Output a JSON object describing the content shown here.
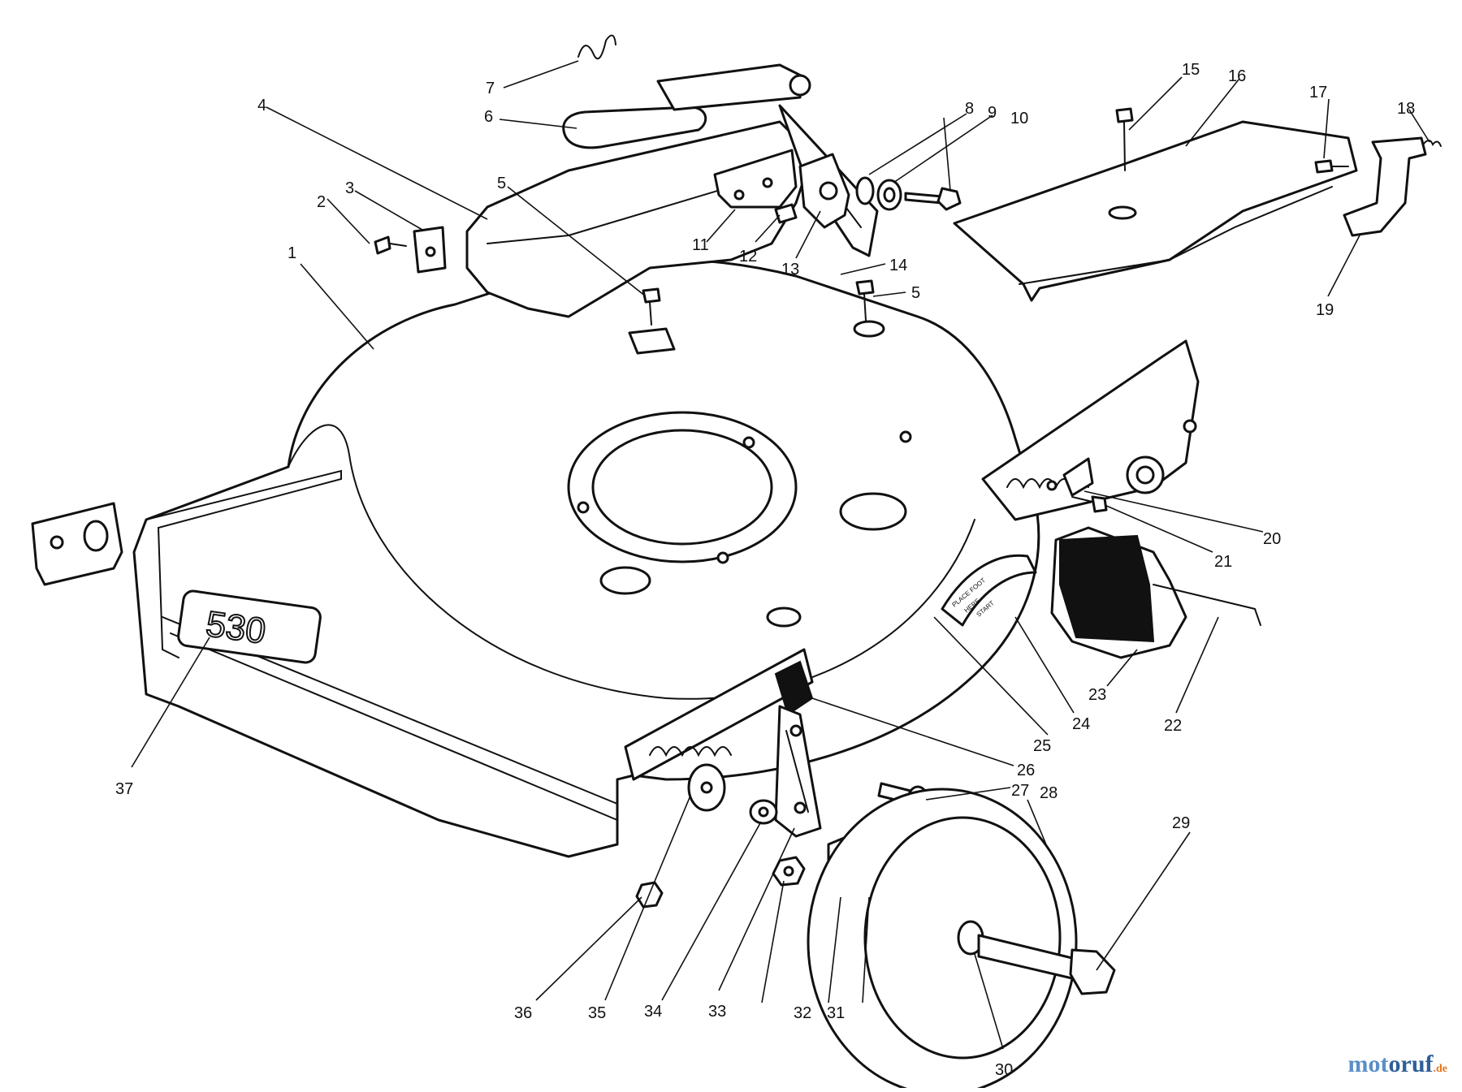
{
  "diagram": {
    "callouts": [
      "1",
      "2",
      "3",
      "4",
      "5",
      "6",
      "7",
      "8",
      "9",
      "10",
      "11",
      "12",
      "13",
      "14",
      "15",
      "16",
      "17",
      "18",
      "19",
      "20",
      "21",
      "22",
      "23",
      "24",
      "25",
      "26",
      "27",
      "28",
      "29",
      "30",
      "31",
      "32",
      "33",
      "34",
      "35",
      "36",
      "37"
    ],
    "deck_model_number": "530",
    "decal_text": [
      "PLACE FOOT",
      "HERE",
      "START"
    ]
  },
  "watermark": {
    "part1": "mot",
    "part2": "oruf",
    "part3": ".de"
  }
}
